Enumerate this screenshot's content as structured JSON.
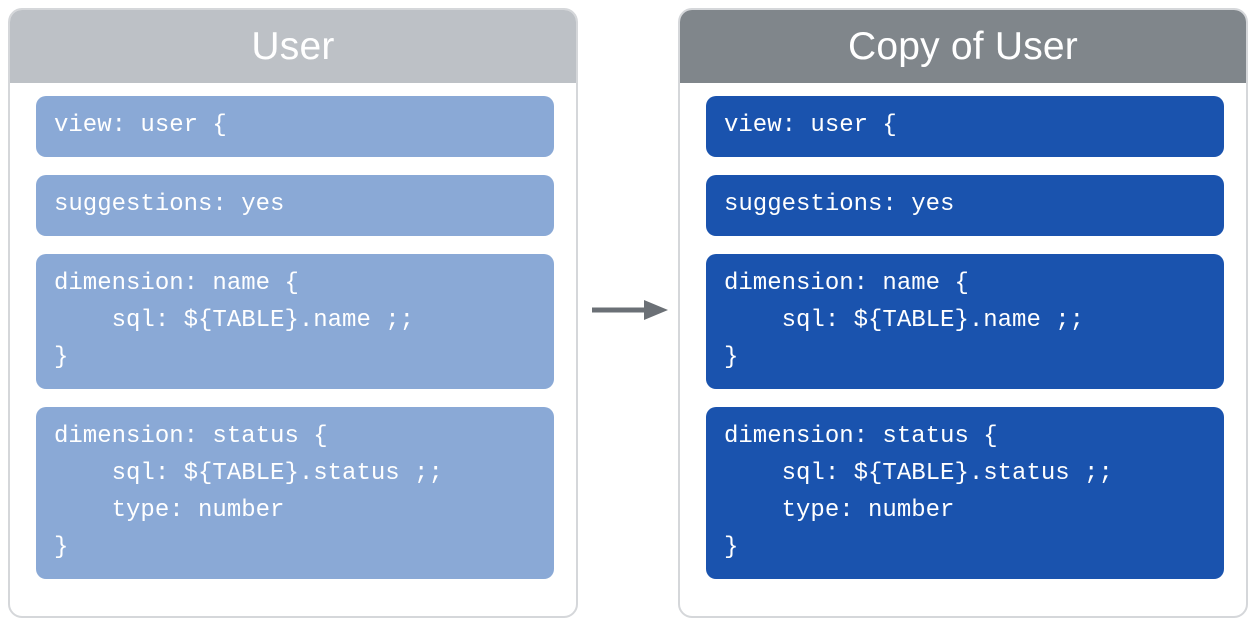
{
  "diagram": {
    "type": "before-after-copy",
    "connector": {
      "icon": "arrow-right-icon",
      "color": "#6b7076",
      "direction": "right"
    }
  },
  "panels": [
    {
      "id": "source",
      "title": "User",
      "header_color": "#bdc1c6",
      "block_color": "#8aa9d6",
      "blocks": [
        {
          "id": "view",
          "code": "view: user {"
        },
        {
          "id": "suggestions",
          "code": "suggestions: yes"
        },
        {
          "id": "dimension-name",
          "code": "dimension: name {\n    sql: ${TABLE}.name ;;\n}"
        },
        {
          "id": "dimension-status",
          "code": "dimension: status {\n    sql: ${TABLE}.status ;;\n    type: number\n}"
        }
      ]
    },
    {
      "id": "copy",
      "title": "Copy of User",
      "header_color": "#80868b",
      "block_color": "#1a53ae",
      "blocks": [
        {
          "id": "view",
          "code": "view: user {"
        },
        {
          "id": "suggestions",
          "code": "suggestions: yes"
        },
        {
          "id": "dimension-name",
          "code": "dimension: name {\n    sql: ${TABLE}.name ;;\n}"
        },
        {
          "id": "dimension-status",
          "code": "dimension: status {\n    sql: ${TABLE}.status ;;\n    type: number\n}"
        }
      ]
    }
  ]
}
